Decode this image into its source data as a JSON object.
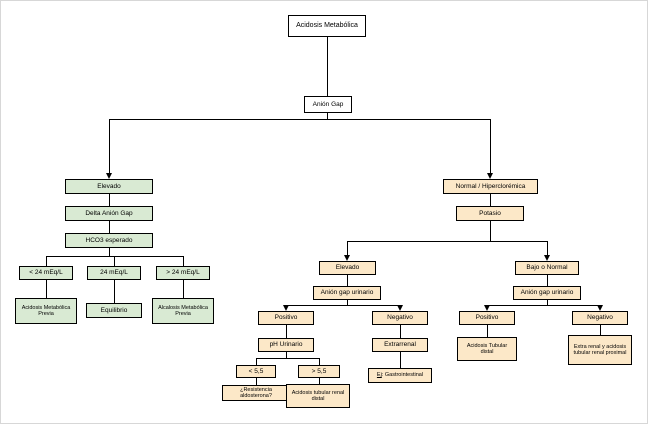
{
  "diagram_title": "Acidosis Metabólica",
  "colors": {
    "green_branch": "#d9ead3",
    "tan_branch": "#fce8c8",
    "node_bg": "#ffffff",
    "line": "#000000"
  },
  "nodes": {
    "root": {
      "label": "Acidosis Metabólica"
    },
    "anion_gap": {
      "label": "Anión Gap"
    },
    "elevado": {
      "label": "Elevado"
    },
    "delta_anion_gap": {
      "label": "Delta Anión Gap"
    },
    "hco3_esperado": {
      "label": "HCO3 esperado"
    },
    "lt_24": {
      "label": "< 24 mEq/L"
    },
    "eq_24": {
      "label": "24 mEq/L"
    },
    "gt_24": {
      "label": "> 24 mEq/L"
    },
    "acidosis_previa": {
      "label": "Acidosis Metabólica Previa"
    },
    "equilibrio": {
      "label": "Equilibrio"
    },
    "alcalosis_previa": {
      "label": "Alcalosis Metabólica Previa"
    },
    "normal_hipercloremica": {
      "label": "Normal / Hiperclorémica"
    },
    "potasio": {
      "label": "Potasio"
    },
    "elevado_k": {
      "label": "Elevado"
    },
    "anion_gap_urinario_1": {
      "label": "Anión gap urinario"
    },
    "positivo_1": {
      "label": "Positivo"
    },
    "negativo_1": {
      "label": "Negativo"
    },
    "ph_urinario": {
      "label": "pH Urinario"
    },
    "lt_55": {
      "label": "< 5,5"
    },
    "gt_55": {
      "label": "> 5,5"
    },
    "resistencia_aldosterona": {
      "label": "¿Resistencia aldosterona?"
    },
    "atr_distal": {
      "label": "Acidosis tubular renal distal"
    },
    "extrarrenal": {
      "label": "Extrarrenal"
    },
    "gastro_prefix": "Ej",
    "gastro_rest": ": Gastrointestinal",
    "bajo_o_normal": {
      "label": "Bajo o Normal"
    },
    "anion_gap_urinario_2": {
      "label": "Anión gap urinario"
    },
    "positivo_2": {
      "label": "Positivo"
    },
    "negativo_2": {
      "label": "Negativo"
    },
    "acidosis_tubular_distal": {
      "label": "Acidosis Tubular distal"
    },
    "extra_renal_proximal": {
      "label": "Extra renal y acidosis tubular renal proximal"
    }
  }
}
